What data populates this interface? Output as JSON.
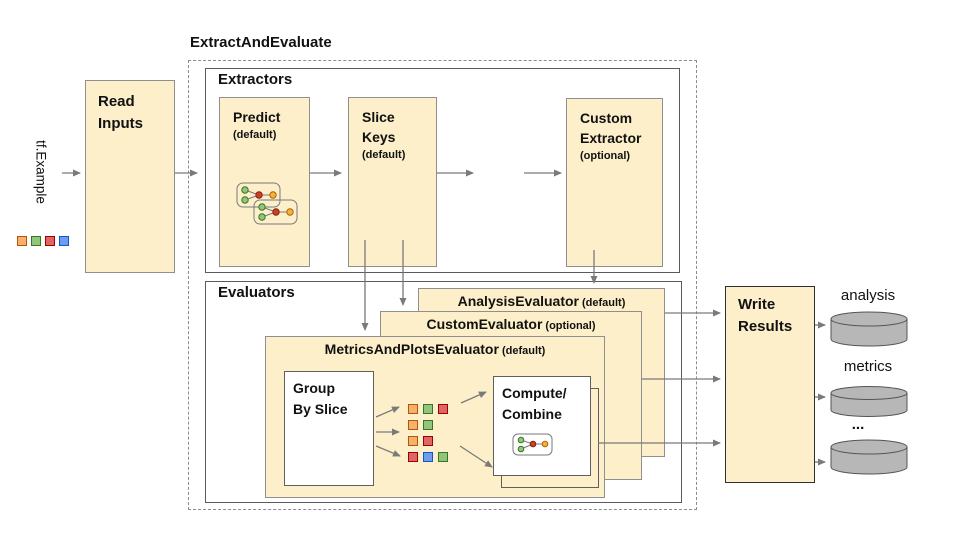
{
  "diagram_title": "ExtractAndEvaluate",
  "input": {
    "label": "tf.Example",
    "squares": [
      "orange",
      "green",
      "red",
      "blue"
    ]
  },
  "read_inputs": {
    "label": "Read\nInputs"
  },
  "extractors": {
    "section_label": "Extractors",
    "predict": {
      "title": "Predict",
      "subtitle": "(default)"
    },
    "slice_keys": {
      "title": "Slice\nKeys",
      "subtitle": "(default)"
    },
    "custom": {
      "title": "Custom\nExtractor",
      "subtitle": "(optional)"
    },
    "dots": "..."
  },
  "evaluators": {
    "section_label": "Evaluators",
    "analysis": {
      "title": "AnalysisEvaluator",
      "subtitle": "(default)"
    },
    "custom": {
      "title": "CustomEvaluator",
      "subtitle": "(optional)"
    },
    "metrics_plots": {
      "title": "MetricsAndPlotsEvaluator",
      "subtitle": "(default)"
    },
    "group_by_slice": {
      "label": "Group\nBy Slice"
    },
    "compute_combine": {
      "label": "Compute/\nCombine"
    },
    "slice_grid": [
      [
        "orange",
        "green",
        "red"
      ],
      [
        "orange",
        "green"
      ],
      [
        "orange",
        "red"
      ],
      [
        "red",
        "blue",
        "green"
      ]
    ]
  },
  "write_results": {
    "label": "Write\nResults"
  },
  "outputs": [
    {
      "label": "analysis"
    },
    {
      "label": "metrics"
    },
    {
      "label": "..."
    }
  ],
  "colors": {
    "orange": "#f6b26b",
    "green": "#93c47d",
    "red": "#e06666",
    "blue": "#6d9eeb",
    "box_fill": "#fcefc9",
    "cylinder_fill": "#b7b7b7",
    "arrow": "#7a7a7a"
  },
  "colors_border": {
    "orange": "#b45309",
    "green": "#38761d",
    "red": "#990000",
    "blue": "#1155cc"
  }
}
